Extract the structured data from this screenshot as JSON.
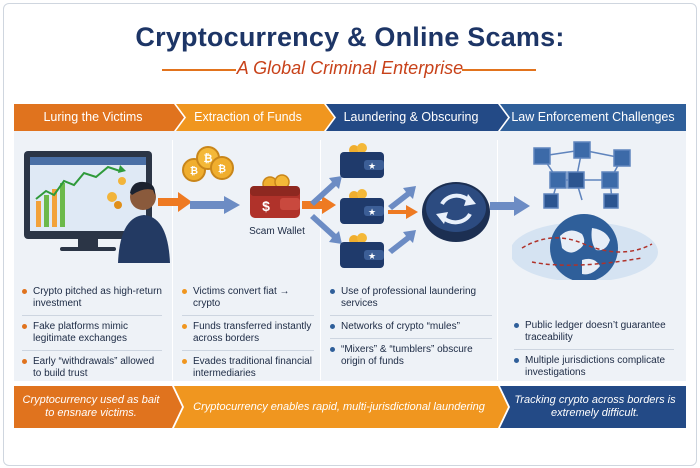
{
  "title": "Cryptocurrency & Online Scams:",
  "subtitle": "A Global Criminal Enterprise",
  "colors": {
    "orange": "#e0731e",
    "navy": "#1f3a6b",
    "blue": "#2f5f9a",
    "lightbg": "#eef2f7"
  },
  "columns": [
    {
      "header": "Luring the Victims",
      "bullets": [
        "Crypto pitched as high-return investment",
        "Fake platforms mimic legitimate exchanges",
        "Early “withdrawals” allowed to build trust"
      ]
    },
    {
      "header": "Extraction of Funds",
      "caption": "Scam Wallet",
      "bullets": [
        "Victims convert fiat → crypto",
        "Funds transferred instantly across borders",
        "Evades traditional financial intermediaries"
      ]
    },
    {
      "header": "Laundering & Obscuring",
      "bullets": [
        "Use of professional laundering services",
        "Networks of crypto “mules”",
        "“Mixers” & “tumblers” obscure origin of funds"
      ]
    },
    {
      "header": "Law Enforcement Challenges",
      "bullets": [
        "Public ledger doesn’t guarantee traceability",
        "Multiple jurisdictions complicate investigations"
      ]
    }
  ],
  "footers": [
    {
      "text": "Cryptocurrency used as bait to ensnare victims."
    },
    {
      "text": "Cryptocurrency enables rapid, multi-jurisdictional laundering"
    },
    {
      "text": "Tracking crypto across borders is extremely difficult."
    }
  ],
  "icons": [
    "computer-chart-icon",
    "person-icon",
    "coins-icon",
    "wallet-icon",
    "mule-wallet-icon",
    "mixer-icon",
    "network-icon",
    "globe-icon",
    "arrow-icon"
  ]
}
